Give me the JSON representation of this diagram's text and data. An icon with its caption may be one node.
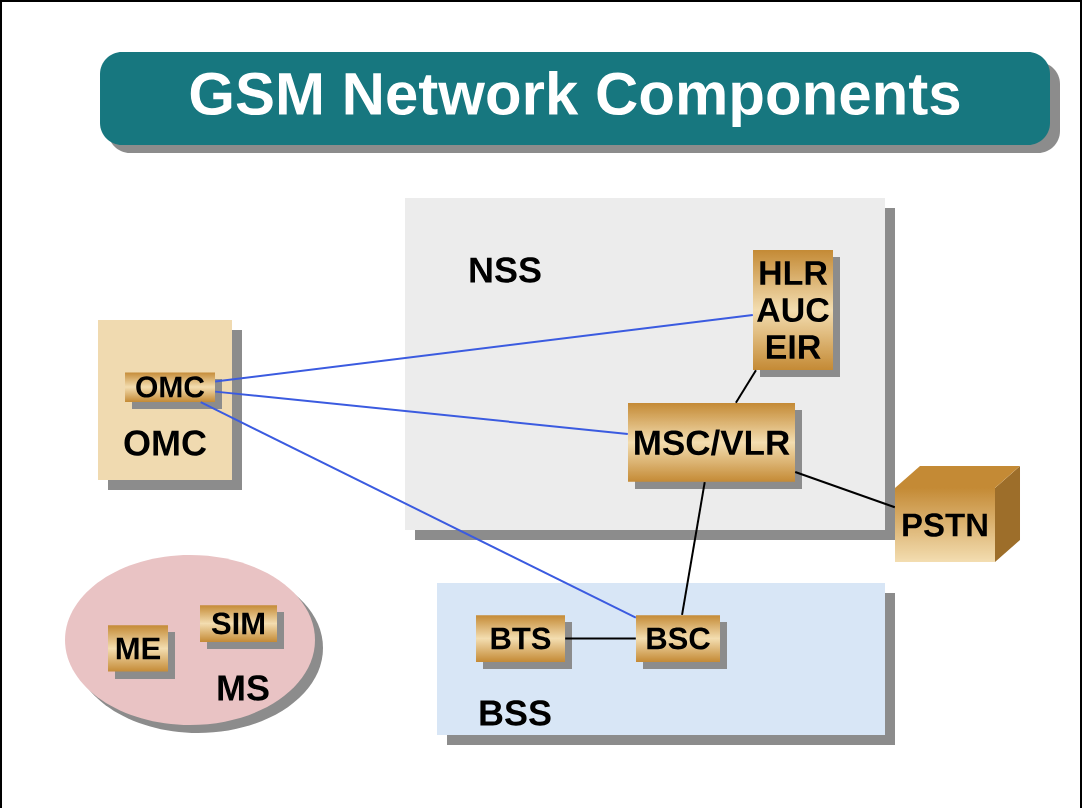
{
  "diagram": {
    "title": "GSM Network Components",
    "nodes": [
      {
        "text": [
          "OMC"
        ]
      },
      {
        "text": [
          "OMC"
        ],
        "in": 0
      },
      {
        "text": [
          "NSS"
        ]
      },
      {
        "text": [
          "HLR AUC EIR"
        ],
        "in": 2
      },
      {
        "text": [
          "MSC/VLR"
        ],
        "in": 2
      },
      {
        "text": [
          "PSTN"
        ]
      },
      {
        "text": [
          "BSS"
        ]
      },
      {
        "text": [
          "BTS"
        ],
        "in": 6
      },
      {
        "text": [
          "BSC"
        ],
        "in": 6
      },
      {
        "text": [
          "MS"
        ]
      },
      {
        "text": [
          "ME"
        ],
        "in": 9
      },
      {
        "text": [
          "SIM"
        ],
        "in": 9
      }
    ],
    "edges": [
      {
        "from": 1,
        "to": 3,
        "arrow": "none",
        "color": "#3b5be0"
      },
      {
        "from": 1,
        "to": 4,
        "arrow": "none",
        "color": "#3b5be0"
      },
      {
        "from": 1,
        "to": 8,
        "arrow": "none",
        "color": "#3b5be0"
      },
      {
        "from": 3,
        "to": 4,
        "arrow": "none"
      },
      {
        "from": 4,
        "to": 5,
        "arrow": "none"
      },
      {
        "from": 4,
        "to": 8,
        "arrow": "none"
      },
      {
        "from": 7,
        "to": 8,
        "arrow": "none"
      }
    ]
  }
}
